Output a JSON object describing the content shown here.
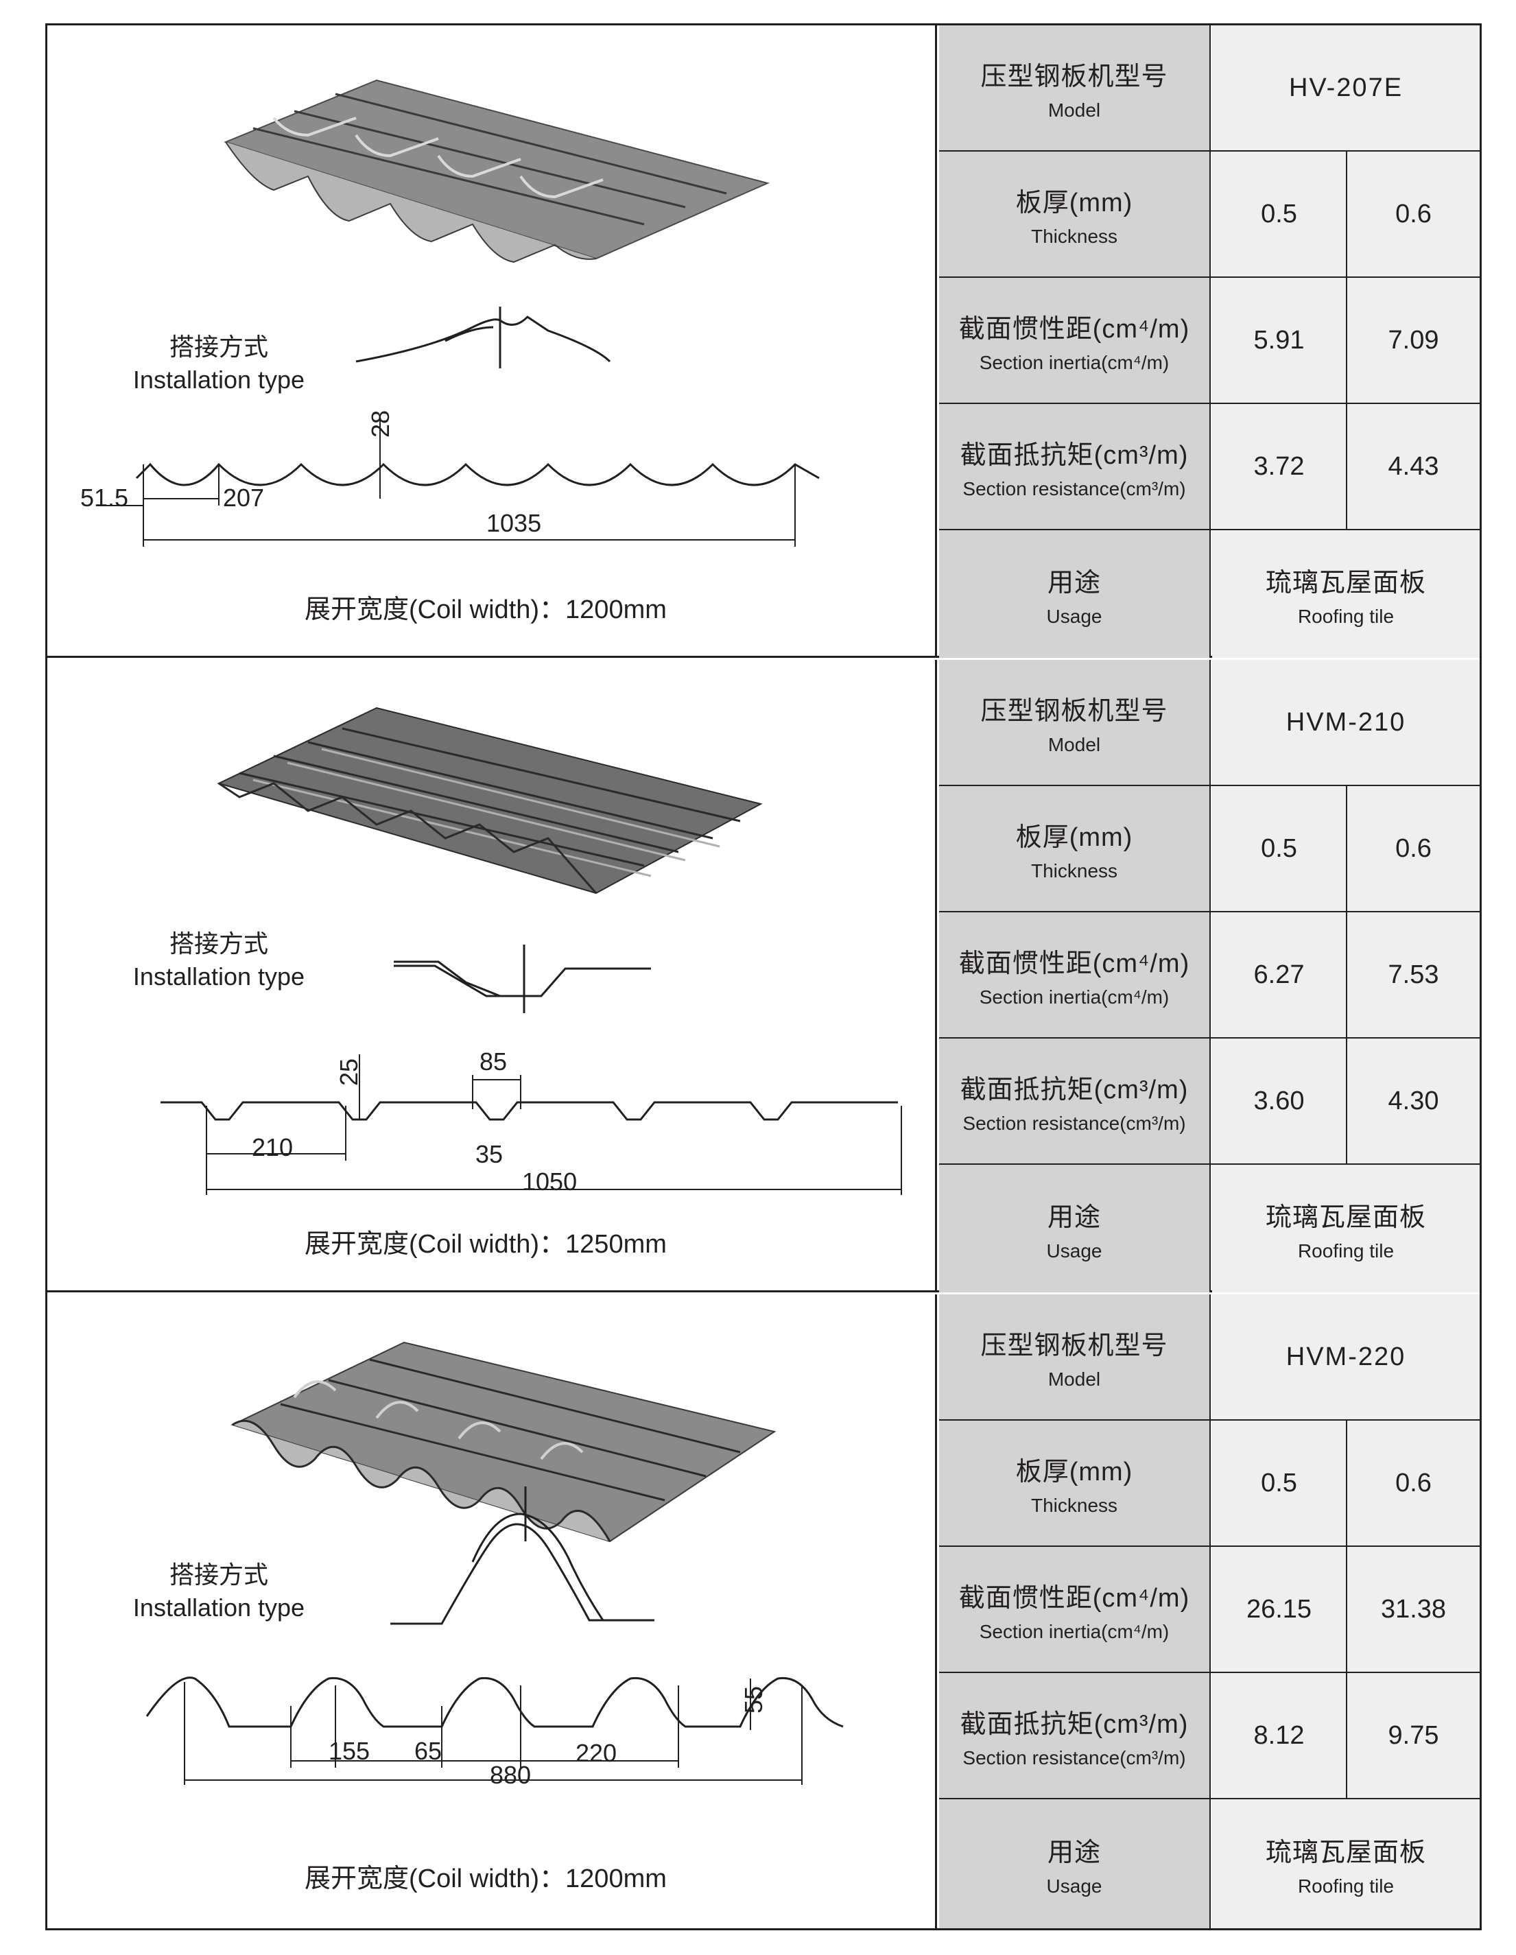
{
  "sections": [
    {
      "model": "HV-207E",
      "labels": {
        "model_zh": "压型钢板机型号",
        "model_en": "Model",
        "thickness_zh": "板厚(mm)",
        "thickness_en": "Thickness",
        "inertia_zh": "截面惯性距(cm⁴/m)",
        "inertia_en": "Section inertia(cm⁴/m)",
        "resistance_zh": "截面抵抗矩(cm³/m)",
        "resistance_en": "Section resistance(cm³/m)",
        "usage_zh": "用途",
        "usage_en": "Usage"
      },
      "thickness": [
        "0.5",
        "0.6"
      ],
      "inertia": [
        "5.91",
        "7.09"
      ],
      "resistance": [
        "3.72",
        "4.43"
      ],
      "usage_zh": "琉璃瓦屋面板",
      "usage_en": "Roofing tile",
      "install_zh": "搭接方式",
      "install_en": "Installation type",
      "dims": [
        "28",
        "51.5",
        "207",
        "1035"
      ],
      "coil": "展开宽度(Coil width)：1200mm"
    },
    {
      "model": "HVM-210",
      "labels": {
        "model_zh": "压型钢板机型号",
        "model_en": "Model",
        "thickness_zh": "板厚(mm)",
        "thickness_en": "Thickness",
        "inertia_zh": "截面惯性距(cm⁴/m)",
        "inertia_en": "Section inertia(cm⁴/m)",
        "resistance_zh": "截面抵抗矩(cm³/m)",
        "resistance_en": "Section resistance(cm³/m)",
        "usage_zh": "用途",
        "usage_en": "Usage"
      },
      "thickness": [
        "0.5",
        "0.6"
      ],
      "inertia": [
        "6.27",
        "7.53"
      ],
      "resistance": [
        "3.60",
        "4.30"
      ],
      "usage_zh": "琉璃瓦屋面板",
      "usage_en": "Roofing tile",
      "install_zh": "搭接方式",
      "install_en": "Installation type",
      "dims": [
        "25",
        "85",
        "210",
        "35",
        "1050"
      ],
      "coil": "展开宽度(Coil width)：1250mm"
    },
    {
      "model": "HVM-220",
      "labels": {
        "model_zh": "压型钢板机型号",
        "model_en": "Model",
        "thickness_zh": "板厚(mm)",
        "thickness_en": "Thickness",
        "inertia_zh": "截面惯性距(cm⁴/m)",
        "inertia_en": "Section inertia(cm⁴/m)",
        "resistance_zh": "截面抵抗矩(cm³/m)",
        "resistance_en": "Section resistance(cm³/m)",
        "usage_zh": "用途",
        "usage_en": "Usage"
      },
      "thickness": [
        "0.5",
        "0.6"
      ],
      "inertia": [
        "26.15",
        "31.38"
      ],
      "resistance": [
        "8.12",
        "9.75"
      ],
      "usage_zh": "琉璃瓦屋面板",
      "usage_en": "Roofing tile",
      "install_zh": "搭接方式",
      "install_en": "Installation type",
      "dims": [
        "55",
        "155",
        "65",
        "220",
        "880"
      ],
      "coil": "展开宽度(Coil width)：1200mm"
    }
  ],
  "colors": {
    "label_bg": "#d3d3d3",
    "value_bg": "#efefef",
    "line": "#231f20",
    "panel": "#8a8a8a"
  }
}
